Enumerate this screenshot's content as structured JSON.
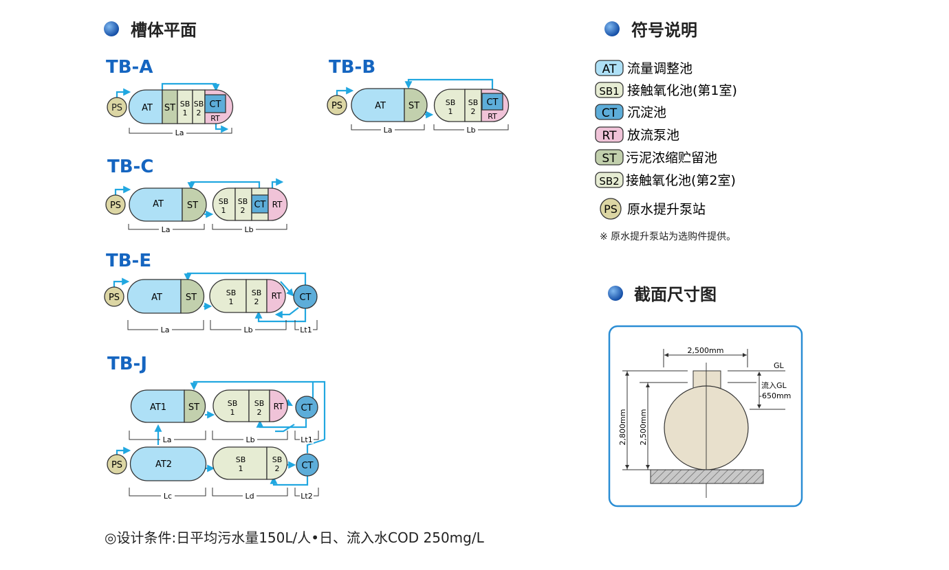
{
  "sections": {
    "plan_title": "槽体平面",
    "legend_title": "符号说明",
    "section_title": "截面尺寸图"
  },
  "models": {
    "tb_a": {
      "title": "TB-A",
      "cells": {
        "at": "AT",
        "st": "ST",
        "sb1": "SB\n1",
        "sb2": "SB\n2",
        "ct": "CT",
        "rt": "RT"
      },
      "ps": "PS",
      "dims": {
        "la": "La"
      }
    },
    "tb_b": {
      "title": "TB-B",
      "cells": {
        "at": "AT",
        "st": "ST",
        "sb1": "SB\n1",
        "sb2": "SB\n2",
        "ct": "CT",
        "rt": "RT"
      },
      "ps": "PS",
      "dims": {
        "la": "La",
        "lb": "Lb"
      }
    },
    "tb_c": {
      "title": "TB-C",
      "cells": {
        "at": "AT",
        "st": "ST",
        "sb1": "SB\n1",
        "sb2": "SB\n2",
        "ct": "CT",
        "rt": "RT"
      },
      "ps": "PS",
      "dims": {
        "la": "La",
        "lb": "Lb"
      }
    },
    "tb_e": {
      "title": "TB-E",
      "cells": {
        "at": "AT",
        "st": "ST",
        "sb1": "SB\n1",
        "sb2": "SB\n2",
        "rt": "RT",
        "ct": "CT"
      },
      "ps": "PS",
      "dims": {
        "la": "La",
        "lb": "Lb",
        "lt1": "Lt1"
      }
    },
    "tb_j": {
      "title": "TB-J",
      "cells": {
        "at1": "AT1",
        "st": "ST",
        "sb1a": "SB\n1",
        "sb2a": "SB\n2",
        "rt": "RT",
        "ct1": "CT",
        "at2": "AT2",
        "sb1b": "SB\n1",
        "sb2b": "SB\n2",
        "ct2": "CT"
      },
      "ps": "PS",
      "dims": {
        "la": "La",
        "lb": "Lb",
        "lt1": "Lt1",
        "lc": "Lc",
        "ld": "Ld",
        "lt2": "Lt2"
      }
    }
  },
  "legend": {
    "items": [
      {
        "code": "AT",
        "text": "流量调整池"
      },
      {
        "code": "SB1",
        "text": "接触氧化池(第1室)"
      },
      {
        "code": "CT",
        "text": "沉淀池"
      },
      {
        "code": "RT",
        "text": "放流泵池"
      },
      {
        "code": "ST",
        "text": "污泥浓缩贮留池"
      },
      {
        "code": "SB2",
        "text": "接触氧化池(第2室)"
      },
      {
        "code": "PS",
        "text": "原水提升泵站"
      }
    ],
    "note": "※ 原水提升泵站为选购件提供。"
  },
  "section_drawing": {
    "width_label": "2,500mm",
    "gl_label": "GL",
    "inflow_label_1": "流入GL",
    "inflow_label_2": "-650mm",
    "height_outer_label": "2,800mm",
    "height_inner_label": "2,500mm"
  },
  "footer": "◎设计条件:日平均污水量150L/人•日、流入水COD 250mg/L",
  "colors": {
    "at": "#aee0f6",
    "st": "#c2d0ad",
    "sb": "#e6ecd3",
    "ct": "#5dadd9",
    "rt": "#f0c3d8",
    "ps": "#dcd6a4",
    "flow": "#21a7e0",
    "title": "#1565c0",
    "tank": "#e8e0cc",
    "frame": "#2a8dd4"
  }
}
